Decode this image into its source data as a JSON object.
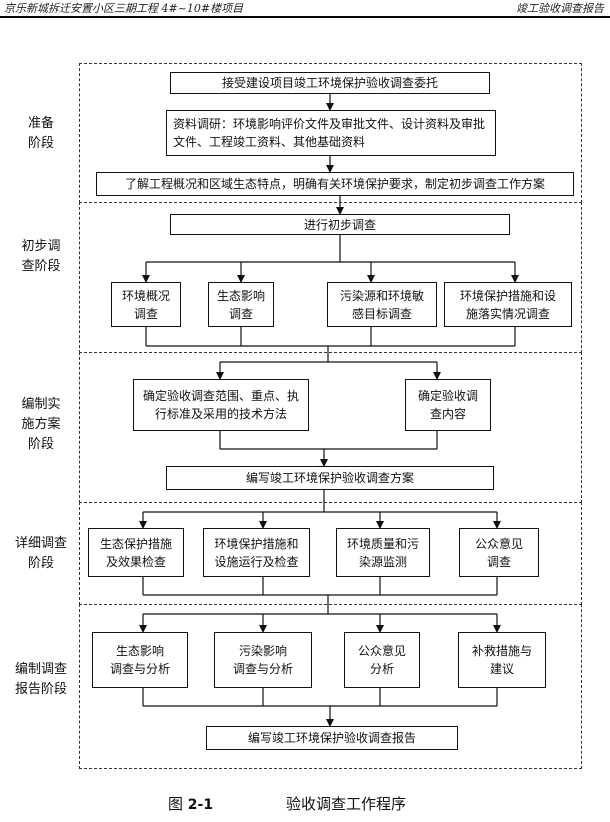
{
  "header": {
    "left": "京乐新城拆迁安置小区三期工程 4#~10#楼项目",
    "right": "竣工验收调查报告"
  },
  "stages": [
    "准备\n阶段",
    "初步调\n查阶段",
    "编制实\n施方案\n阶段",
    "详细调查\n阶段",
    "编制调查\n报告阶段"
  ],
  "boxes": {
    "entrust": "接受建设项目竣工环境保护验收调查委托",
    "research": "资料调研：环境影响评价文件及审批文件、设计资料及审批文件、工程竣工资料、其他基础资料",
    "understand": "了解工程概况和区域生态特点，明确有关环境保护要求，制定初步调查工作方案",
    "prelim": "进行初步调查",
    "env_overview": "环境概况\n调查",
    "eco_impact": "生态影响\n调查",
    "pollution": "污染源和环境敏\n感目标调查",
    "protect_impl": "环境保护措施和设\n施落实情况调查",
    "scope": "确定验收调查范围、重点、执\n行标准及采用的技术方法",
    "content": "确定验收调\n查内容",
    "write_plan": "编写竣工环境保护验收调查方案",
    "eco_measures": "生态保护措施\n及效果检查",
    "facility_run": "环境保护措施和\n设施运行及检查",
    "quality_monitor": "环境质量和污\n染源监测",
    "public": "公众意见\n调查",
    "eco_analysis": "生态影响\n调查与分析",
    "pollution_analysis": "污染影响\n调查与分析",
    "public_analysis": "公众意见\n分析",
    "remedy": "补救措施与\n建议",
    "write_report": "编写竣工环境保护验收调查报告"
  },
  "caption": {
    "label_prefix": "图 ",
    "label_number": "2-1",
    "title": "验收调查工作程序"
  }
}
